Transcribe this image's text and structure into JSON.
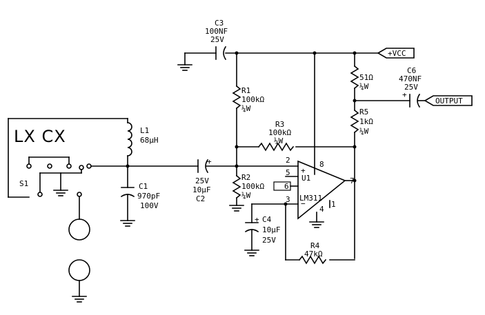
{
  "title": "LX CX",
  "components": {
    "c3": {
      "ref": "C3",
      "value": "100NF",
      "rating": "25V"
    },
    "r1": {
      "ref": "R1",
      "value": "100kΩ",
      "rating": "¼W"
    },
    "r3": {
      "ref": "R3",
      "value": "100kΩ",
      "rating": "¼W"
    },
    "r2": {
      "ref": "R2",
      "value": "100kΩ",
      "rating": "¼W"
    },
    "r_top": {
      "value": "51Ω",
      "rating": "¼W"
    },
    "r5": {
      "ref": "R5",
      "value": "1kΩ",
      "rating": "¼W"
    },
    "c6": {
      "ref": "C6",
      "value": "470NF",
      "rating": "25V"
    },
    "l1": {
      "ref": "L1",
      "value": "68µH"
    },
    "c1": {
      "ref": "C1",
      "value": "970pF",
      "rating": "100V"
    },
    "c2": {
      "ref": "C2",
      "value": "10µF",
      "rating": "25V"
    },
    "c4": {
      "ref": "C4",
      "value": "10µF",
      "rating": "25V"
    },
    "r4": {
      "ref": "R4",
      "value": "47kΩ"
    },
    "s1": {
      "ref": "S1"
    },
    "u1": {
      "ref": "U1",
      "part": "LM311",
      "pins": {
        "p2": "2",
        "p3": "3",
        "p5": "5",
        "p6": "6",
        "p7": "7",
        "p8": "8",
        "p4": "4",
        "p1": "1"
      }
    }
  },
  "ports": {
    "vcc": "+VCC",
    "output": "OUTPUT"
  },
  "symbols": {
    "plus": "+",
    "minus": "−"
  }
}
